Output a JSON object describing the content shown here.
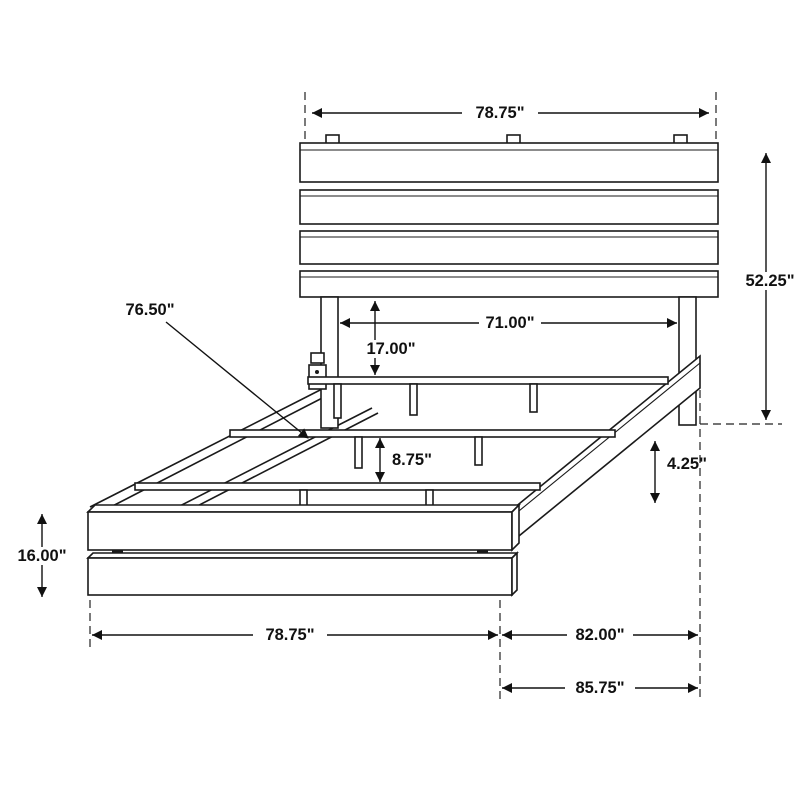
{
  "page": {
    "background": "#ffffff",
    "line_color": "#1a1a1a"
  },
  "diagram": {
    "labels": {
      "top_width": "78.75\"",
      "headboard_height": "52.25\"",
      "slat_rail_length": "76.50\"",
      "inner_width": "71.00\"",
      "headboard_to_slats": "17.00\"",
      "slat_spacing": "8.75\"",
      "side_rail_offset": "4.25\"",
      "footboard_height": "16.00\"",
      "footboard_width": "78.75\"",
      "frame_length": "82.00\"",
      "overall_length": "85.75\""
    }
  }
}
